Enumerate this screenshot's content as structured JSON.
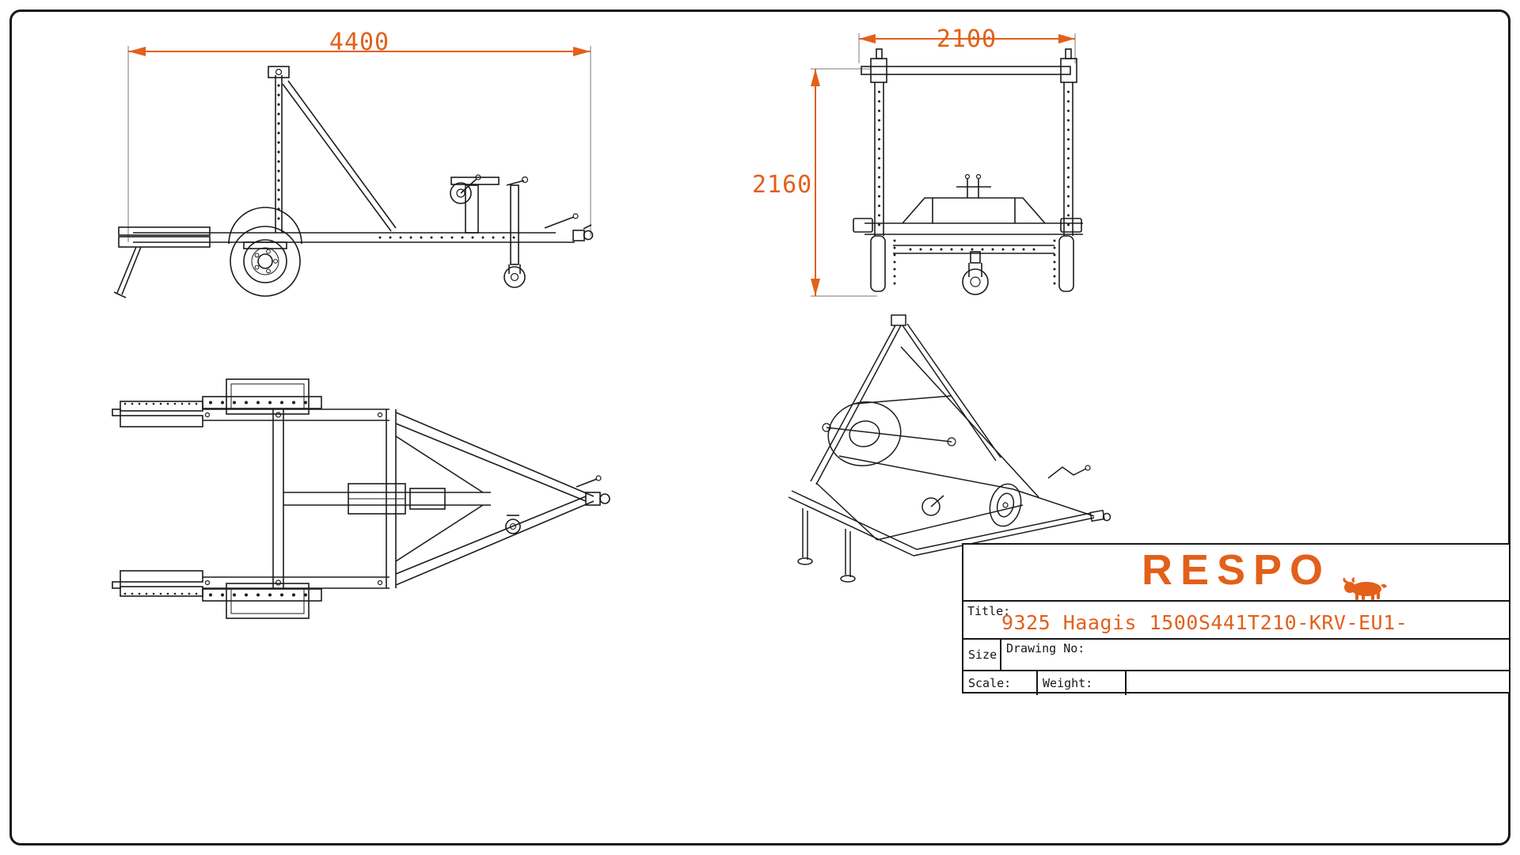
{
  "colors": {
    "accent": "#e2601a",
    "line": "#1c1c1c",
    "background": "#ffffff"
  },
  "dimensions": {
    "overall_length": "4400",
    "overall_width": "2100",
    "overall_height": "2160"
  },
  "title_block": {
    "brand": "RESPO",
    "title_label": "Title:",
    "title_value": "9325 Haagis 1500S441T210-KRV-EU1-",
    "size_label": "Size",
    "drawing_no_label": "Drawing No:",
    "scale_label": "Scale:",
    "weight_label": "Weight:"
  },
  "icons": {
    "bull": "respo-bull-icon"
  }
}
